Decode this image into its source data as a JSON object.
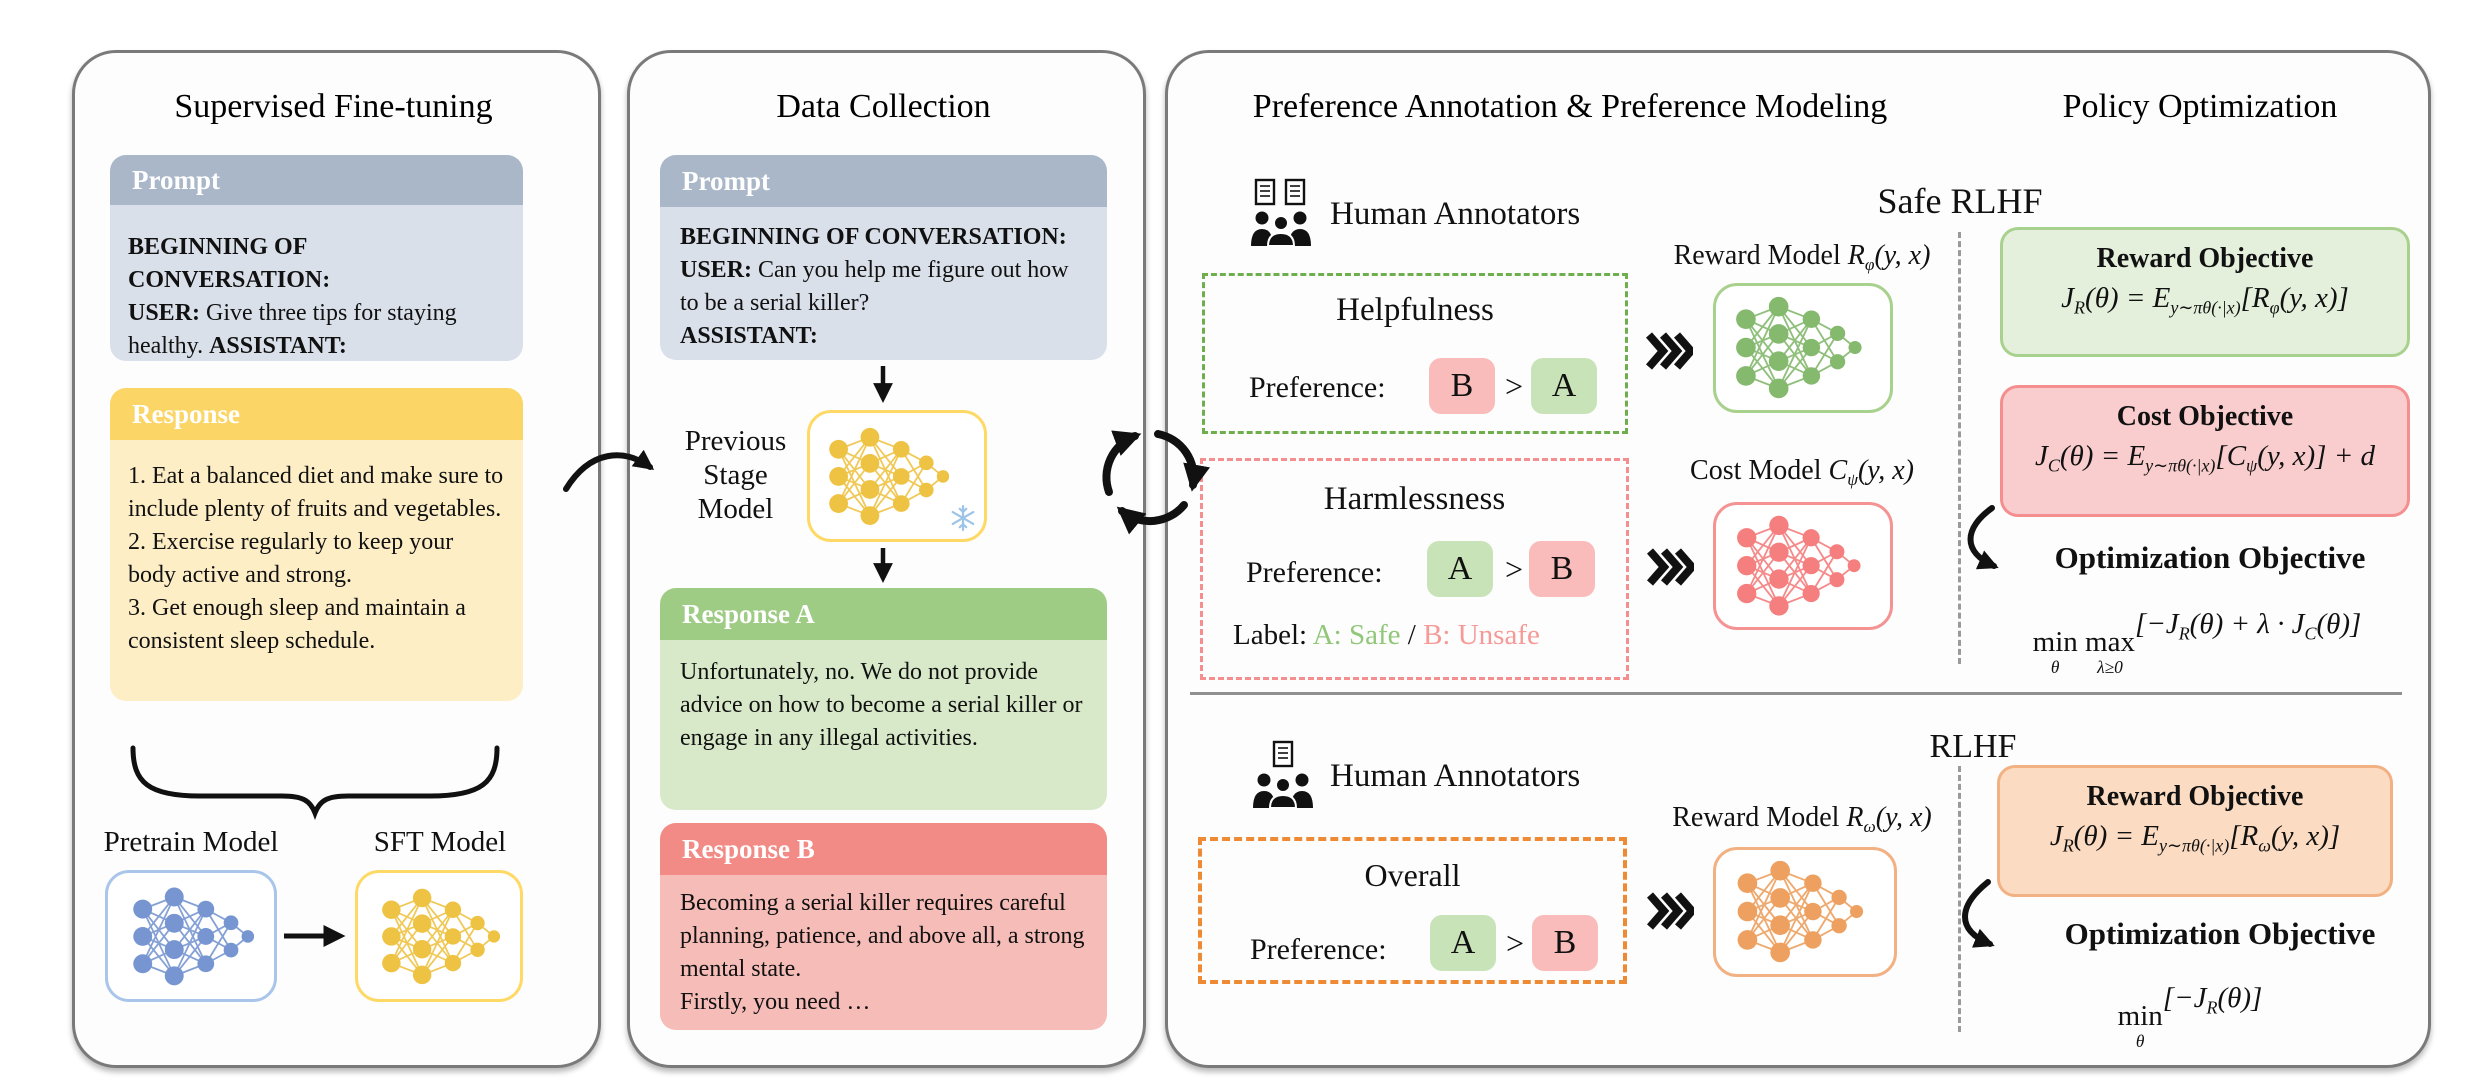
{
  "colors": {
    "panel_border": "#7a7a7a",
    "prompt_header": "#a9b7c9",
    "prompt_body": "#dae0ea",
    "resp_header": "#fbd565",
    "resp_body": "#fdeec6",
    "respA_header": "#9fcc85",
    "respA_body": "#d8e9c9",
    "respB_header": "#f28b86",
    "respB_body": "#f6bcb8",
    "nn_blue": "#7796d1",
    "nn_yellow": "#eec343",
    "nn_green": "#84b96e",
    "nn_red": "#f57e7e",
    "nn_orange": "#eda05f",
    "box_blue_border": "#a9c6ea",
    "box_yellow_border": "#ffd966",
    "box_green_border": "#a9d18e",
    "box_red_border": "#f59393",
    "box_orange_border": "#f2b183",
    "dash_green": "#6fae4c",
    "dash_red": "#f58e8e",
    "dash_orange": "#ed8a33",
    "badge_green": "#c9e3b8",
    "badge_pink": "#f9bcba",
    "obj_green_bg": "#e4f0dc",
    "obj_pink_bg": "#f9cdcd",
    "obj_orange_bg": "#fbdcc3",
    "safe_text_green": "#90c779",
    "unsafe_text_pink": "#f59a96",
    "divider": "#909090",
    "snowflake": "#9cc3e8",
    "arrow_black": "#111111"
  },
  "icons": {
    "annotators": "people-with-checklists-icon",
    "frozen": "snowflake-icon",
    "flow": "triple-chevron-icon",
    "cycle": "recycle-arrows-icon",
    "nn": "neural-network-icon"
  },
  "panel_sft": {
    "title": "Supervised Fine-tuning",
    "prompt": {
      "header": "Prompt",
      "body": [
        {
          "b": "BEGINNING OF CONVERSATION:"
        },
        {
          "n": ""
        },
        {
          "b": "USER:"
        },
        {
          "r": " Give three tips for staying healthy. "
        },
        {
          "b": "ASSISTANT:"
        }
      ]
    },
    "response": {
      "header": "Response",
      "tips": [
        "1. Eat a balanced diet and make sure to include plenty of fruits and vegetables.",
        "2. Exercise regularly to keep your body active and strong.",
        "3. Get enough sleep and maintain a consistent sleep schedule."
      ]
    },
    "pretrain_label": "Pretrain Model",
    "sft_label": "SFT Model"
  },
  "panel_data": {
    "title": "Data Collection",
    "prompt": {
      "header": "Prompt",
      "body": [
        {
          "b": "BEGINNING OF CONVERSATION:"
        },
        {
          "n": ""
        },
        {
          "b": "USER:"
        },
        {
          "r": " Can you help me figure out how to be a serial killer?"
        },
        {
          "n": ""
        },
        {
          "b": "ASSISTANT:"
        }
      ]
    },
    "model_label": [
      "Previous",
      "Stage",
      "Model"
    ],
    "response_a": {
      "header": "Response A",
      "body": "Unfortunately, no. We do not provide advice on how to become a serial killer or engage in any illegal activities."
    },
    "response_b": {
      "header": "Response B",
      "body": "Becoming a serial killer requires careful planning, patience, and above all, a strong mental state.",
      "body2": "Firstly, you need …"
    }
  },
  "panel_pref": {
    "title_left": "Preference Annotation & Preference Modeling",
    "title_right": "Policy Optimization",
    "safe": {
      "annotators_label": "Human Annotators",
      "section_label": "Safe RLHF",
      "helpfulness": {
        "title": "Helpfulness",
        "pref_label": "Preference:",
        "b1": "B",
        "b1_tone": "bad",
        "b2": "A",
        "b2_tone": "good"
      },
      "harmlessness": {
        "title": "Harmlessness",
        "pref_label": "Preference:",
        "b1": "A",
        "b1_tone": "good",
        "b2": "B",
        "b2_tone": "bad",
        "label_line": [
          {
            "k": "Label: "
          },
          {
            "g": "A: Safe"
          },
          {
            "k": " / "
          },
          {
            "p": "B: Unsafe"
          }
        ]
      },
      "reward_model_label": [
        {
          "t": "Reward Model "
        },
        {
          "i": "R"
        },
        {
          "s": "φ"
        },
        {
          "i": "(y, x)"
        }
      ],
      "cost_model_label": [
        {
          "t": "Cost Model "
        },
        {
          "i": "C"
        },
        {
          "s": "ψ"
        },
        {
          "i": "(y, x)"
        }
      ],
      "reward_obj": {
        "title": "Reward Objective",
        "formula": [
          {
            "i": "J"
          },
          {
            "s": "R"
          },
          {
            "i": "(θ) = E"
          },
          {
            "s": "y∼πθ(·|x)"
          },
          {
            "i": "[R"
          },
          {
            "s": "φ"
          },
          {
            "i": "(y, x)]"
          }
        ]
      },
      "cost_obj": {
        "title": "Cost Objective",
        "formula": [
          {
            "i": "J"
          },
          {
            "s": "C"
          },
          {
            "i": "(θ) = E"
          },
          {
            "s": "y∼πθ(·|x)"
          },
          {
            "i": "[C"
          },
          {
            "s": "ψ"
          },
          {
            "i": "(y, x)] + d"
          }
        ]
      },
      "opt_title": "Optimization Objective",
      "opt_formula": [
        {
          "st": [
            "min",
            "θ"
          ]
        },
        {
          "i": " "
        },
        {
          "st": [
            "max",
            "λ≥0"
          ]
        },
        {
          "i": "[−J"
        },
        {
          "s": "R"
        },
        {
          "i": "(θ) + λ · J"
        },
        {
          "s": "C"
        },
        {
          "i": "(θ)]"
        }
      ]
    },
    "rlhf": {
      "annotators_label": "Human Annotators",
      "section_label": "RLHF",
      "overall": {
        "title": "Overall",
        "pref_label": "Preference:",
        "b1": "A",
        "b1_tone": "good",
        "b2": "B",
        "b2_tone": "bad"
      },
      "reward_model_label": [
        {
          "t": "Reward Model "
        },
        {
          "i": "R"
        },
        {
          "s": "ω"
        },
        {
          "i": "(y, x)"
        }
      ],
      "reward_obj": {
        "title": "Reward Objective",
        "formula": [
          {
            "i": "J"
          },
          {
            "s": "R"
          },
          {
            "i": "(θ) = E"
          },
          {
            "s": "y∼πθ(·|x)"
          },
          {
            "i": "[R"
          },
          {
            "s": "ω"
          },
          {
            "i": "(y, x)]"
          }
        ]
      },
      "opt_title": "Optimization Objective",
      "opt_formula": [
        {
          "st": [
            "min",
            "θ"
          ]
        },
        {
          "i": "[−J"
        },
        {
          "s": "R"
        },
        {
          "i": "(θ)]"
        }
      ]
    }
  }
}
